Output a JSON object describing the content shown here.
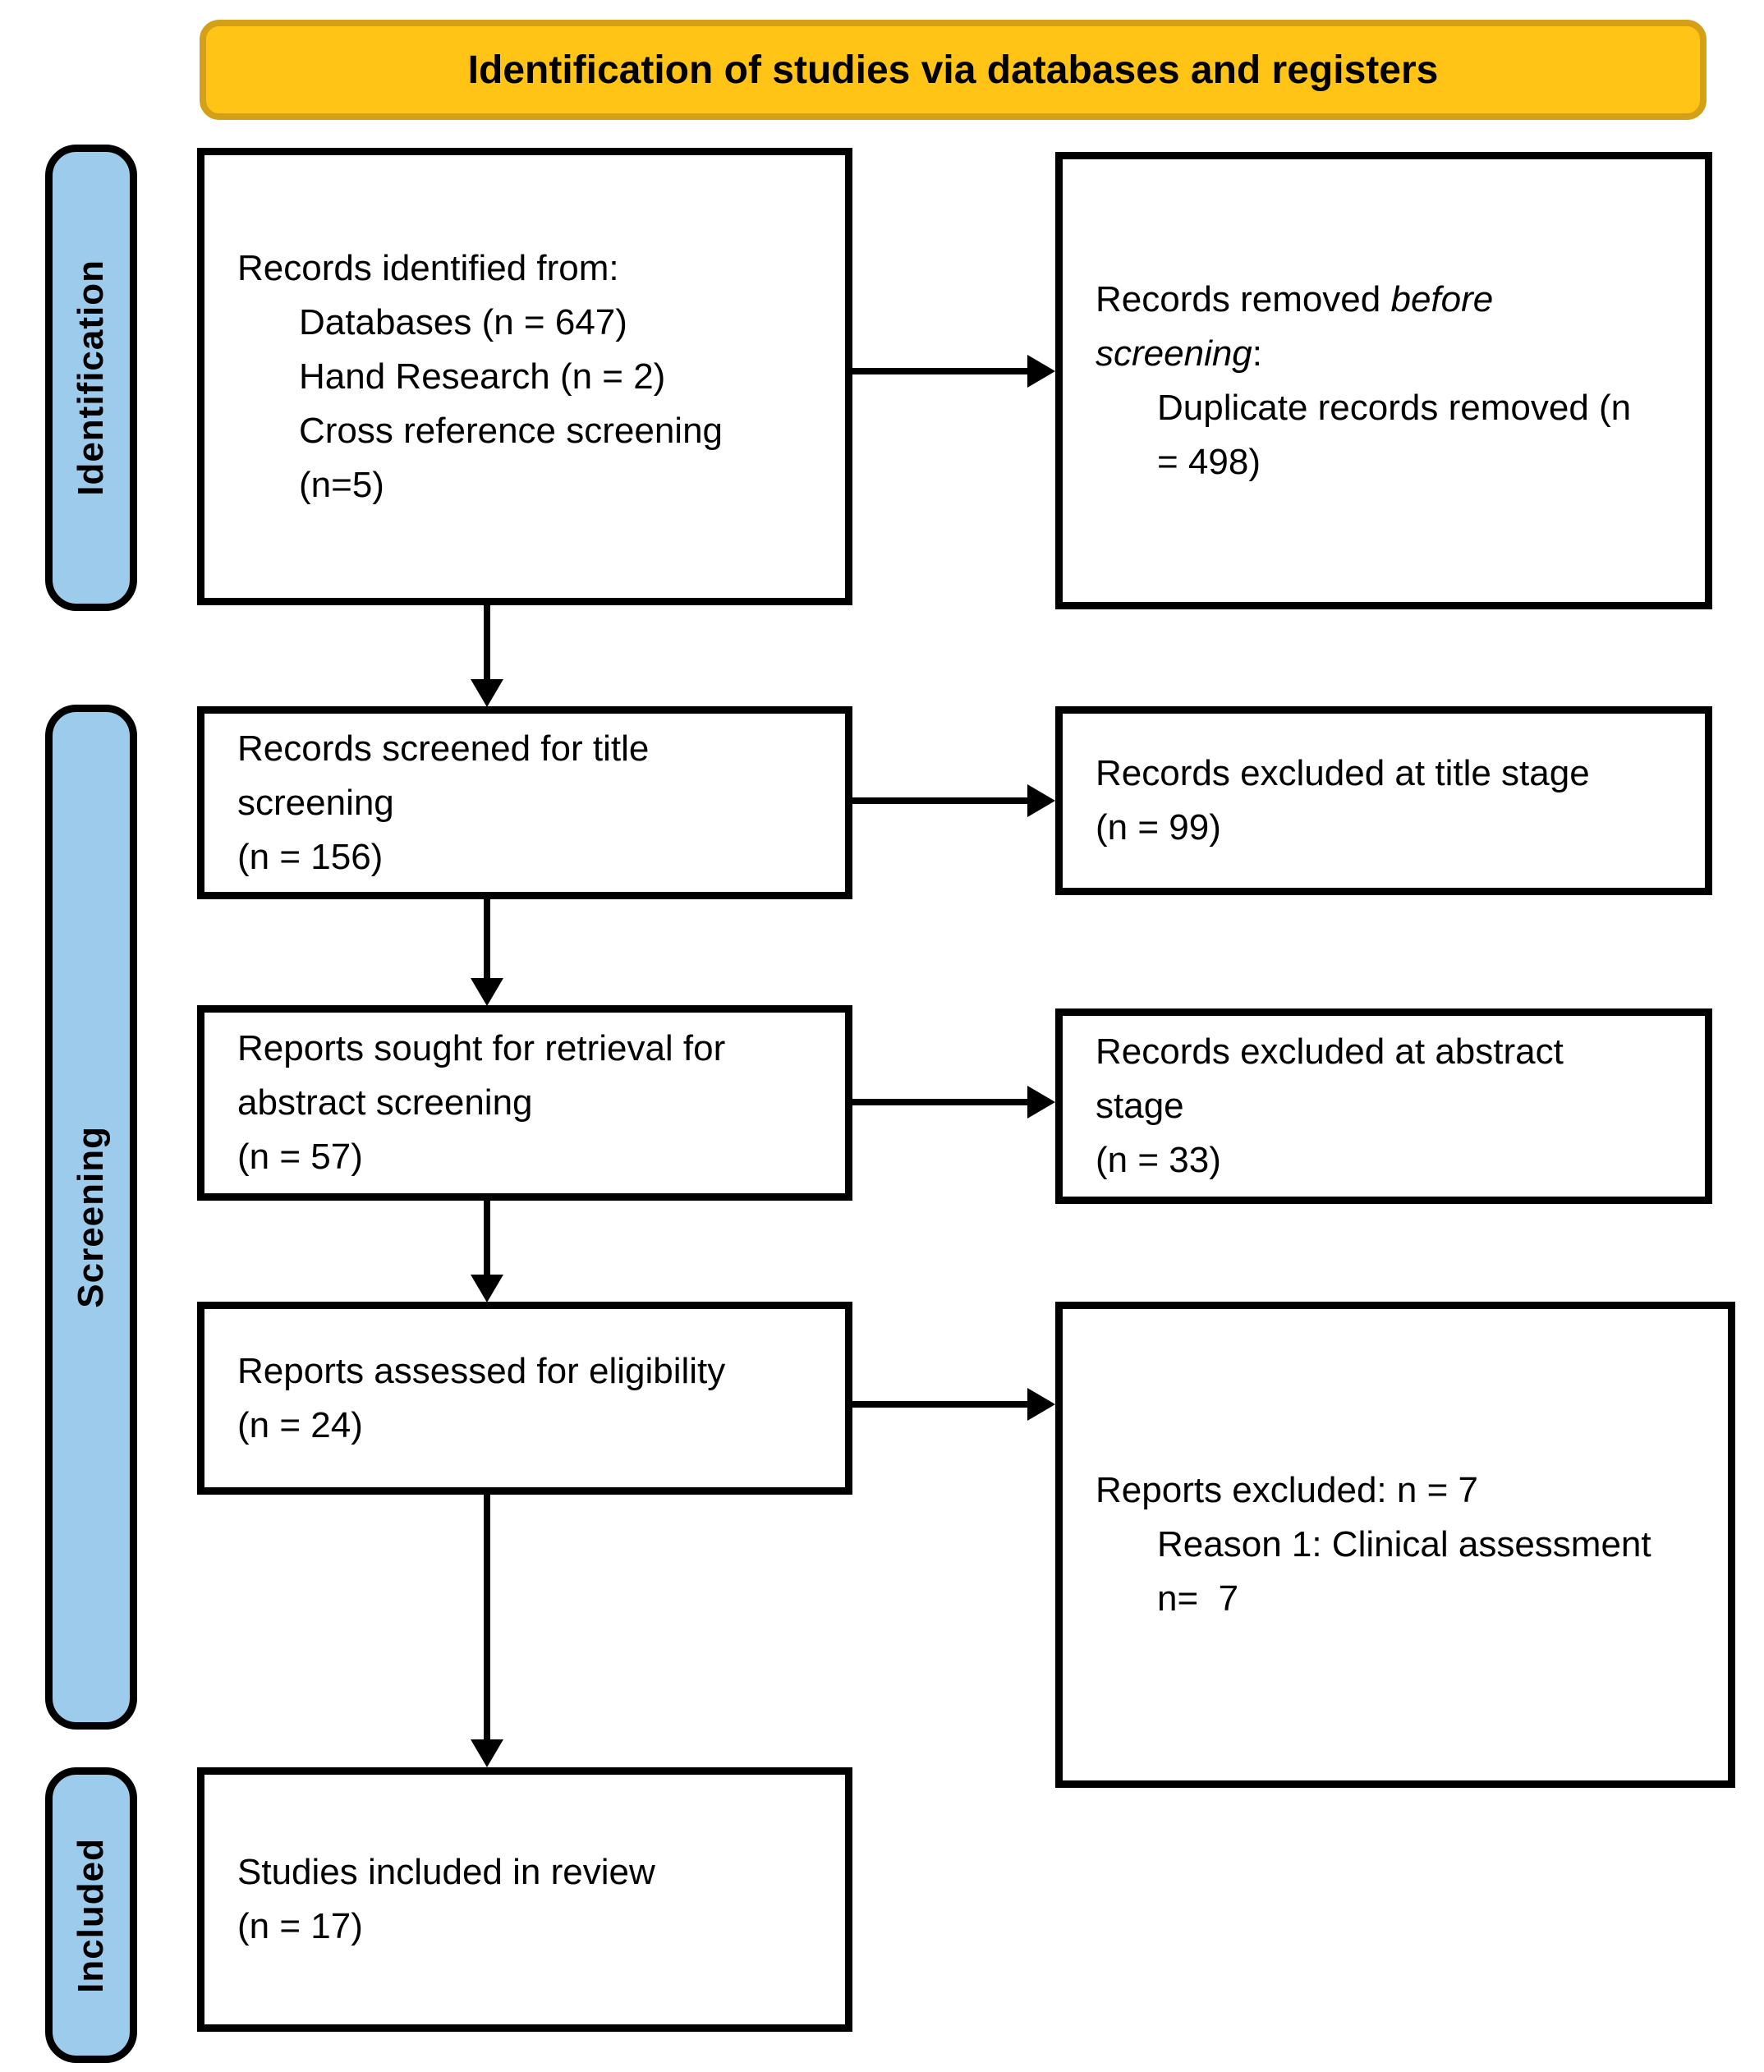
{
  "colors": {
    "banner_fill": "#FFC415",
    "banner_border": "#D4A017",
    "sidebar_fill": "#9CCBEC",
    "box_border": "#000000"
  },
  "banner": {
    "title": "Identification of studies via databases and registers"
  },
  "sidebar": {
    "identification": "Identification",
    "screening": "Screening",
    "included": "Included"
  },
  "boxes": {
    "records_identified": {
      "heading": "Records identified from:",
      "lines": [
        "Databases (n = 647)",
        "Hand Research (n = 2)",
        "Cross reference screening",
        "(n=5)"
      ]
    },
    "records_removed": {
      "heading_normal_1": "Records removed ",
      "heading_italic_1": "before",
      "heading_italic_2": "screening",
      "heading_normal_2": ":",
      "lines": [
        "Duplicate records removed (n",
        "= 498)"
      ]
    },
    "records_screened": {
      "lines": [
        "Records screened for title",
        "screening",
        "(n = 156)"
      ]
    },
    "records_excluded_title": {
      "lines": [
        "Records excluded at title stage",
        "(n = 99)"
      ]
    },
    "reports_sought": {
      "lines": [
        "Reports sought for retrieval for",
        "abstract screening",
        "(n = 57)"
      ]
    },
    "records_excluded_abstract": {
      "lines": [
        "Records excluded at abstract",
        "stage",
        "(n = 33)"
      ]
    },
    "reports_assessed": {
      "lines": [
        "Reports assessed for eligibility",
        "(n = 24)"
      ]
    },
    "reports_excluded": {
      "line_1": "Reports excluded: n = 7",
      "reasons": [
        "Reason 1: Clinical assessment",
        "n=  7"
      ]
    },
    "studies_included": {
      "lines": [
        "Studies included in review",
        "(n = 17)"
      ]
    }
  }
}
